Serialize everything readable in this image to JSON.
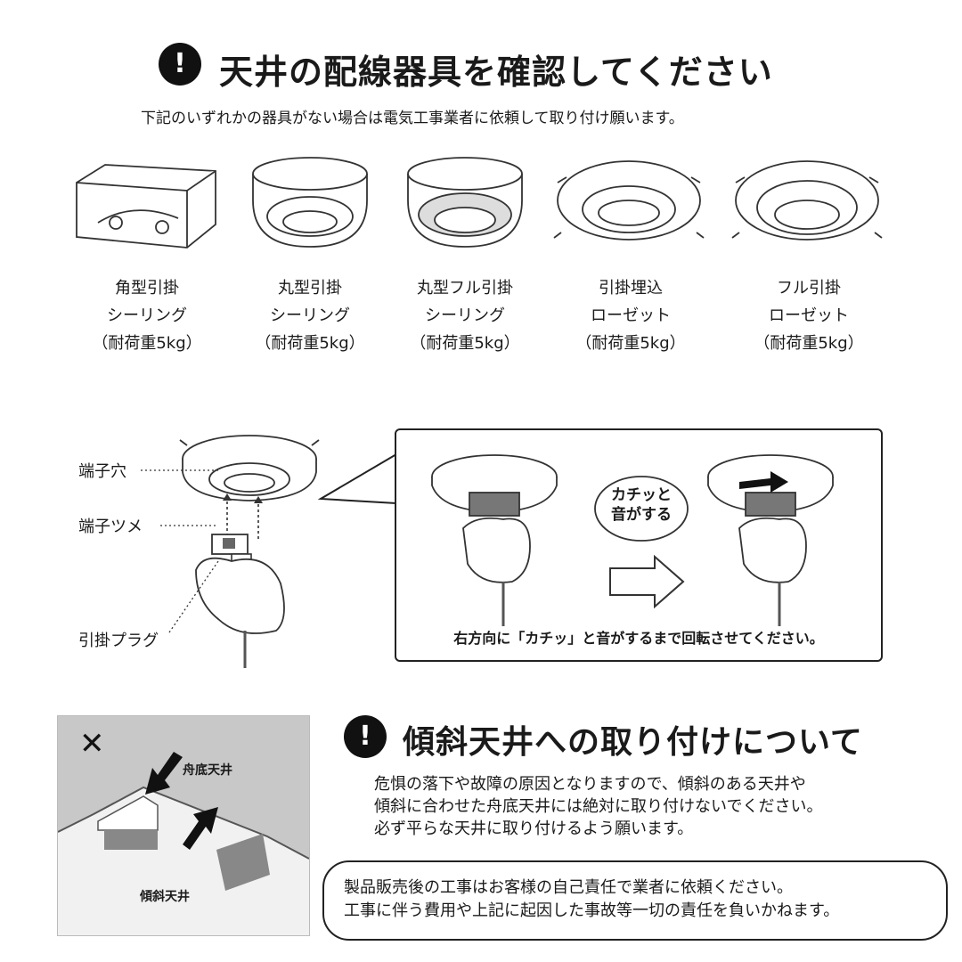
{
  "section1": {
    "icon": "!",
    "title": "天井の配線器具を確認してください",
    "subtitle": "下記のいずれかの器具がない場合は電気工事業者に依頼して取り付け願います。"
  },
  "fixtures": [
    {
      "line1": "角型引掛",
      "line2": "シーリング",
      "line3": "（耐荷重5kg）",
      "icon": "square-ceiling-fixture-icon"
    },
    {
      "line1": "丸型引掛",
      "line2": "シーリング",
      "line3": "（耐荷重5kg）",
      "icon": "round-ceiling-fixture-icon"
    },
    {
      "line1": "丸型フル引掛",
      "line2": "シーリング",
      "line3": "（耐荷重5kg）",
      "icon": "round-full-ceiling-fixture-icon"
    },
    {
      "line1": "引掛埋込",
      "line2": "ローゼット",
      "line3": "（耐荷重5kg）",
      "icon": "embedded-rosette-icon"
    },
    {
      "line1": "フル引掛",
      "line2": "ローゼット",
      "line3": "（耐荷重5kg）",
      "icon": "full-rosette-icon"
    }
  ],
  "install": {
    "label_terminal_hole": "端子穴",
    "label_terminal_claw": "端子ツメ",
    "label_plug": "引掛プラグ",
    "bubble_line1": "カチッと",
    "bubble_line2": "音がする",
    "instruction": "右方向に「カチッ」と音がするまで回転させてください。"
  },
  "section2": {
    "icon": "!",
    "title": "傾斜天井への取り付けについて",
    "mark": "✕",
    "label_boat": "舟底天井",
    "label_slope": "傾斜天井",
    "para1": "危惧の落下や故障の原因となりますので、傾斜のある天井や",
    "para2": "傾斜に合わせた舟底天井には絶対に取り付けないでください。",
    "para3": "必ず平らな天井に取り付けるよう願います。",
    "notice1": "製品販売後の工事はお客様の自己責任で業者に依頼ください。",
    "notice2": "工事に伴う費用や上記に起因した事故等一切の責任を負いかねます。"
  }
}
